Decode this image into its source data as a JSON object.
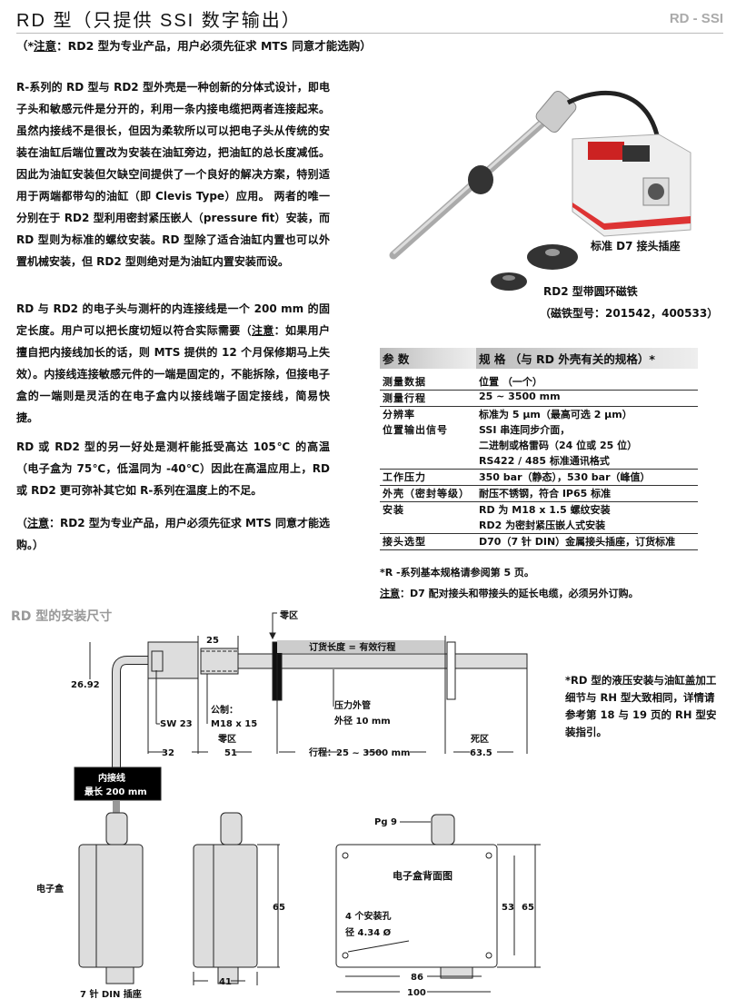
{
  "header": {
    "title": "RD 型（只提供 SSI 数字输出）",
    "code": "RD - SSI",
    "note_open": "（*",
    "note_label": "注意",
    "note_text": "：RD2 型为专业产品，用户必须先征求 MTS 同意才能选购）"
  },
  "body": {
    "p1": "R-系列的 RD 型与 RD2 型外壳是一种创新的分体式设计，即电子头和敏感元件是分开的，利用一条内接电缆把两者连接起来。虽然内接线不是很长，但因为柔软所以可以把电子头从传统的安装在油缸后端位置改为安装在油缸旁边，把油缸的总长度减低。因此为油缸安装但欠缺空间提供了一个良好的解决方案，特别适用于两端都带勾的油缸（即 Clevis Type）应用。 两者的唯一分别在于 RD2 型利用密封紧压嵌人（pressure fit）安装，而 RD 型则为标准的螺纹安装。RD 型除了适合油缸内置也可以外置机械安装，但 RD2 型则绝对是为油缸内置安装而设。",
    "p2a": "RD 与 RD2 的电子头与测杆的内连接线是一个 200 mm 的固定长度。用户可以把长度切短以符合实际需要（",
    "p2_label": "注意",
    "p2b": "：如果用户擅自把内接线加长的话，则 MTS 提供的 12 个月保修期马上失效）。内接线连接敏感元件的一端是固定的，不能拆除，但接电子盒的一端则是灵活的在电子盒内以接线端子固定接线，简易快捷。",
    "p3": "RD 或 RD2 型的另一好处是测杆能抵受高达 105℃ 的高温（电子盒为 75℃，低温同为 -40℃）因此在高温应用上，RD 或 RD2 更可弥补其它如 R-系列在温度上的不足。",
    "p4_open": "（",
    "p4_label": "注意",
    "p4_text": "：RD2 型为专业产品，用户必须先征求 MTS 同意才能选购。）"
  },
  "photo": {
    "label_connector": "标准  D7 接头插座",
    "label_magnet": "RD2 型带圆环磁铁",
    "label_magnet_models": "（磁铁型号：201542，400533）"
  },
  "spec_table": {
    "header_param": "参 数",
    "header_spec": "规 格 （与 RD 外壳有关的规格）*",
    "rows": [
      {
        "param": "测量数据",
        "values": [
          "位置 （一个）"
        ]
      },
      {
        "param": "测量行程",
        "values": [
          "25 ~ 3500 mm"
        ]
      },
      {
        "param": "分辨率",
        "values": [
          "标准为 5 μm（最高可选 2 μm）"
        ]
      },
      {
        "param": "位置输出信号",
        "values": [
          "SSI 串连同步介面，",
          "二进制或格雷码（24 位或 25 位）",
          "RS422 / 485 标准通讯格式"
        ]
      },
      {
        "param": "工作压力",
        "values": [
          "350 bar（静态），530 bar（峰值）"
        ]
      },
      {
        "param": "外壳（密封等级）",
        "values": [
          "耐压不锈钢，符合 IP65 标准"
        ]
      },
      {
        "param": "安装",
        "values": [
          "RD 为 M18 x 1.5 螺纹安装",
          "RD2 为密封紧压嵌人式安装"
        ]
      },
      {
        "param": "接头选型",
        "values": [
          "D70（7 针 DIN）金属接头插座，订货标准"
        ]
      }
    ],
    "footnote": "*R -系列基本规格请参阅第 5 页。",
    "note_label": "注意",
    "note_text": "：D7 配对接头和带接头的延长电缆，必须另外订购。"
  },
  "drawing": {
    "section_title": "RD 型的安装尺寸",
    "null_zone_top": "零区",
    "order_length": "订货长度 = 有效行程",
    "dim_25": "25",
    "dim_2692": "26.92",
    "sw": "SW 23",
    "metric_label": "公制：",
    "metric_value": "M18 x 15",
    "tube_label": "压力外管",
    "tube_od": "外径 10 mm",
    "null_zone": "零区",
    "dead_zone": "死区",
    "dim_32": "32",
    "dim_51": "51",
    "stroke": "行程：25 ~ 3500 mm",
    "dim_635": "63.5",
    "cable_line1": "内接线",
    "cable_line2": "最长 200 mm",
    "ebox": "电子盒",
    "din": "7 针 DIN 插座",
    "dim_65a": "65",
    "dim_41": "41",
    "pg9": "Pg 9",
    "back_view": "电子盒背面图",
    "holes_line1": "4 个安装孔",
    "holes_line2": "径 4.34 Ø",
    "dim_53": "53",
    "dim_65b": "65",
    "dim_86": "86",
    "dim_100": "100"
  },
  "side_note": "*RD 型的液压安装与油缸盖加工细节与 RH 型大致相同，详情请参考第 18 与 19 页的 RH 型安装指引。"
}
